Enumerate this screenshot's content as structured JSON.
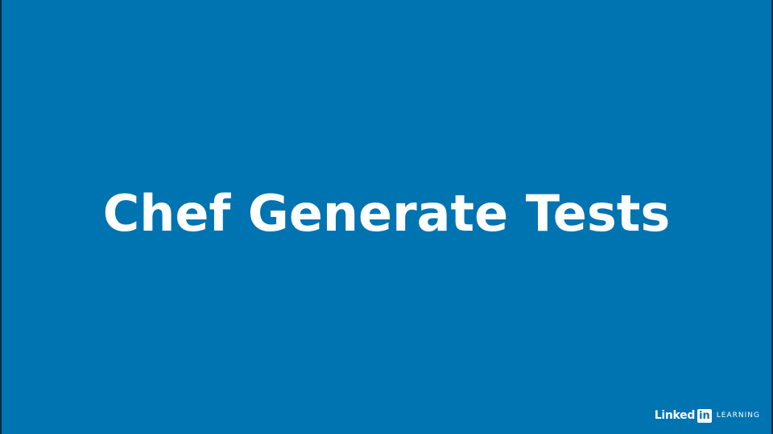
{
  "slide": {
    "title": "Chef Generate Tests",
    "background_color": "#0073b1",
    "text_color": "#ffffff"
  },
  "branding": {
    "logo_linked": "Linked",
    "logo_in": "in",
    "logo_learning": "LEARNING"
  }
}
